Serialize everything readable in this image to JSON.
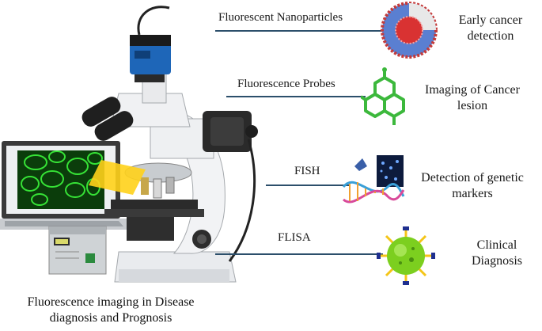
{
  "rows": [
    {
      "technique": "Fluorescent Nanoparticles",
      "outcome_line1": "Early cancer",
      "outcome_line2": "detection",
      "icon": "nanoparticle-icon"
    },
    {
      "technique": "Fluorescence Probes",
      "outcome_line1": "Imaging of Cancer",
      "outcome_line2": "lesion",
      "icon": "molecule-icon"
    },
    {
      "technique": "FISH",
      "outcome_line1": "Detection of genetic",
      "outcome_line2": "markers",
      "icon": "dna-icon"
    },
    {
      "technique": "FLISA",
      "outcome_line1": "Clinical",
      "outcome_line2": "Diagnosis",
      "icon": "virus-icon"
    }
  ],
  "caption": {
    "line1": "Fluorescence imaging in Disease",
    "line2": "diagnosis and Prognosis"
  },
  "colors": {
    "connector": "#2c4f6b",
    "screen_cells": "#2ecc2e",
    "molecule": "#3cb83c",
    "virus": "#7ccf1f"
  }
}
